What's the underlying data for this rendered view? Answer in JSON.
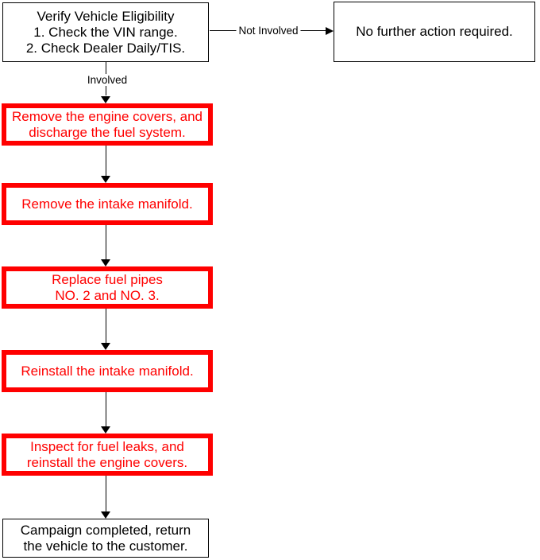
{
  "colors": {
    "background": "#ffffff",
    "box_border": "#000000",
    "box_text": "#000000",
    "action_border": "#ff0000",
    "action_text": "#ff0000",
    "connector": "#000000"
  },
  "flowchart": {
    "start": {
      "lines": [
        "Verify Vehicle Eligibility",
        "1. Check the VIN range.",
        "2. Check Dealer Daily/TIS."
      ]
    },
    "branch_not_involved": {
      "label": "Not Involved",
      "result": "No further action required."
    },
    "branch_involved": {
      "label": "Involved"
    },
    "steps": [
      {
        "lines": [
          "Remove the engine covers, and",
          "discharge the fuel system."
        ]
      },
      {
        "lines": [
          "Remove the intake manifold."
        ]
      },
      {
        "lines": [
          "Replace fuel pipes",
          "NO. 2 and NO. 3."
        ]
      },
      {
        "lines": [
          "Reinstall the intake manifold."
        ]
      },
      {
        "lines": [
          "Inspect for fuel leaks, and",
          "reinstall the engine covers."
        ]
      }
    ],
    "end": {
      "lines": [
        "Campaign completed, return",
        "the vehicle to the customer."
      ]
    }
  }
}
